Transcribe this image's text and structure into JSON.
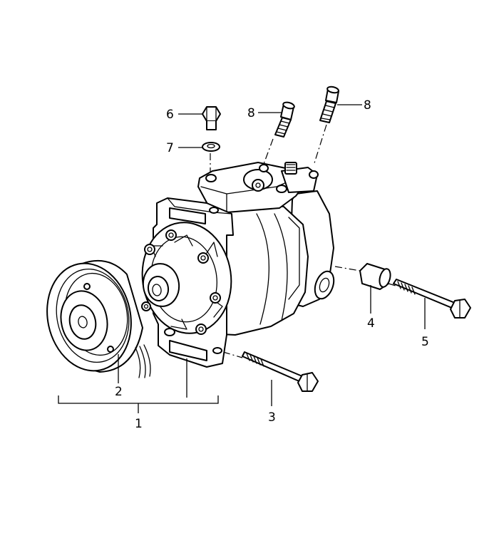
{
  "callouts": [
    {
      "id": "1",
      "text": "1"
    },
    {
      "id": "2",
      "text": "2"
    },
    {
      "id": "3",
      "text": "3"
    },
    {
      "id": "4",
      "text": "4"
    },
    {
      "id": "5",
      "text": "5"
    },
    {
      "id": "6",
      "text": "6"
    },
    {
      "id": "7",
      "text": "7"
    },
    {
      "id": "8a",
      "text": "8"
    },
    {
      "id": "8b",
      "text": "8"
    }
  ]
}
